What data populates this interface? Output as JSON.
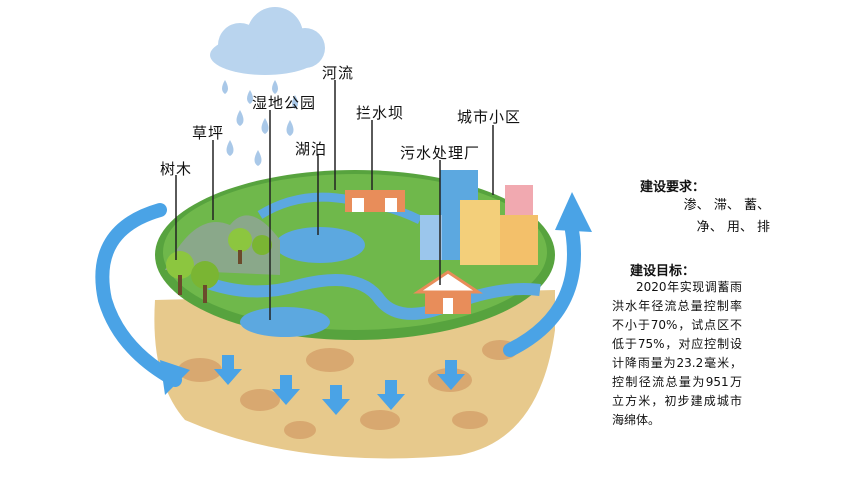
{
  "labels": {
    "trees": "树木",
    "lawn": "草坪",
    "wetland_park": "湿地公园",
    "lake": "湖泊",
    "river": "河流",
    "dam": "拦水坝",
    "sewage_plant": "污水处理厂",
    "residential": "城市小区"
  },
  "requirements": {
    "title": "建设要求：",
    "items": [
      "渗",
      "滞",
      "蓄",
      "净",
      "用",
      "排"
    ]
  },
  "goals": {
    "title": "建设目标：",
    "text": "2020年实现调蓄雨洪水年径流总量控制率不小于70%，试点区不低于75%，对应控制设计降雨量为23.2毫米，控制径流总量为951万立方米，初步建成城市海绵体。"
  },
  "colors": {
    "soil": "#e7c98c",
    "grass": "#57a33e",
    "water": "#5ca8e0",
    "arrow": "#4aa3e6",
    "cloud": "#b9d4ee"
  }
}
